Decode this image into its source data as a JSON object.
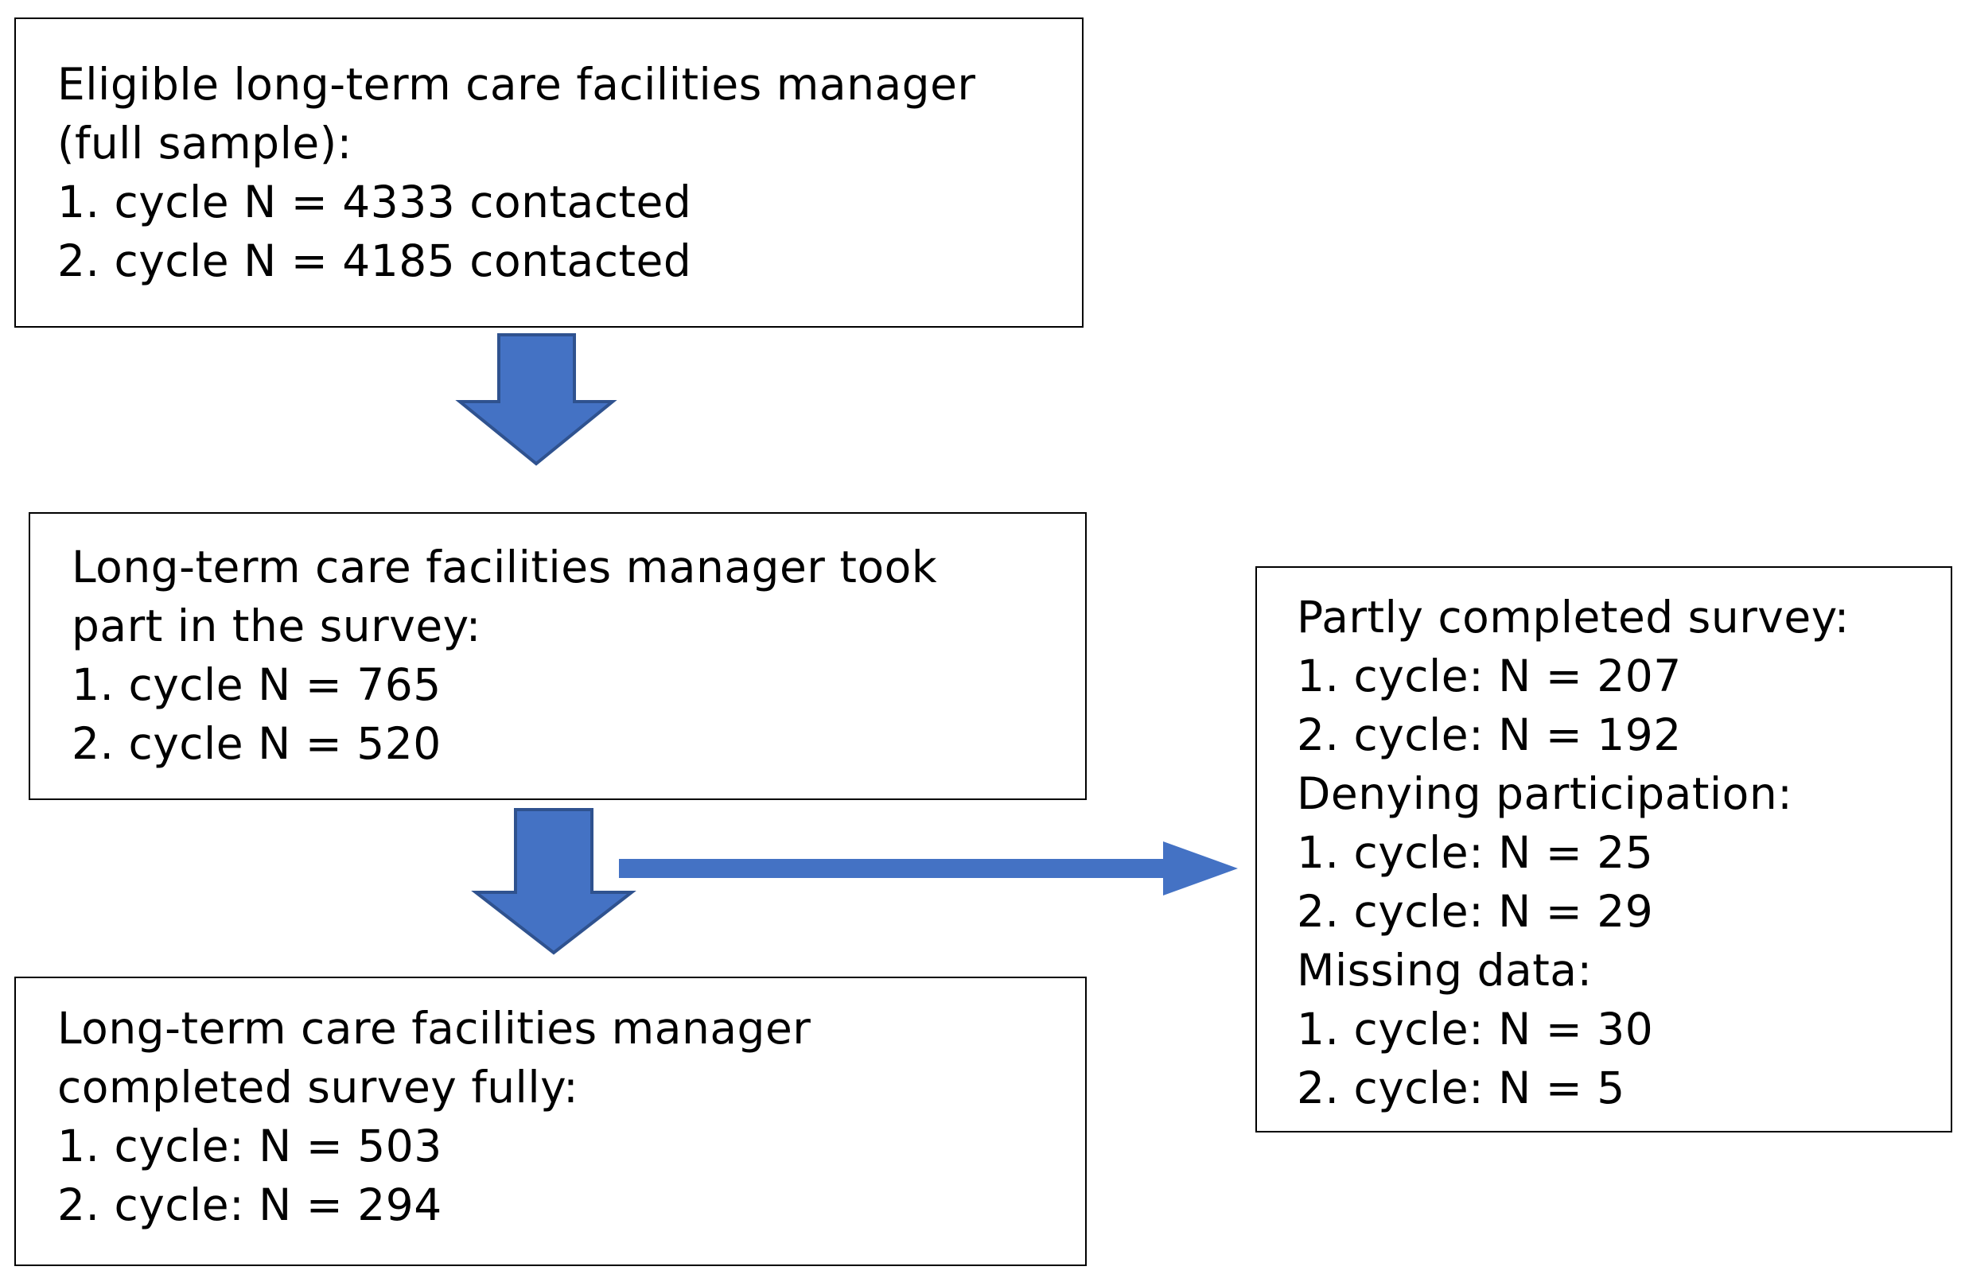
{
  "accent_color": "#4472C4",
  "outline_color": "#2F528F",
  "boxes": {
    "eligible": {
      "lines": [
        "Eligible long-term care facilities manager",
        "(full sample):",
        "1. cycle N = 4333 contacted",
        "2. cycle N = 4185 contacted"
      ]
    },
    "took_part": {
      "lines": [
        "Long-term care facilities manager took",
        "part in the survey:",
        "1. cycle N = 765",
        "2. cycle N = 520"
      ]
    },
    "completed": {
      "lines": [
        "Long-term care facilities manager",
        "completed survey fully:",
        "1. cycle: N = 503",
        "2. cycle: N = 294"
      ]
    },
    "excluded": {
      "lines": [
        "Partly completed survey:",
        "1. cycle: N = 207",
        "2. cycle: N = 192",
        "Denying participation:",
        "1. cycle: N = 25",
        "2. cycle: N = 29",
        "Missing data:",
        "1. cycle: N = 30",
        "2. cycle: N = 5"
      ]
    }
  }
}
